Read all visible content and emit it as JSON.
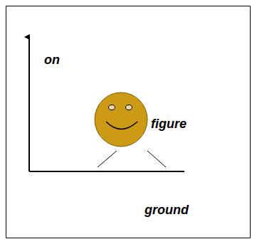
{
  "diagram": {
    "labels": [
      "on",
      "figure",
      "ground"
    ]
  }
}
